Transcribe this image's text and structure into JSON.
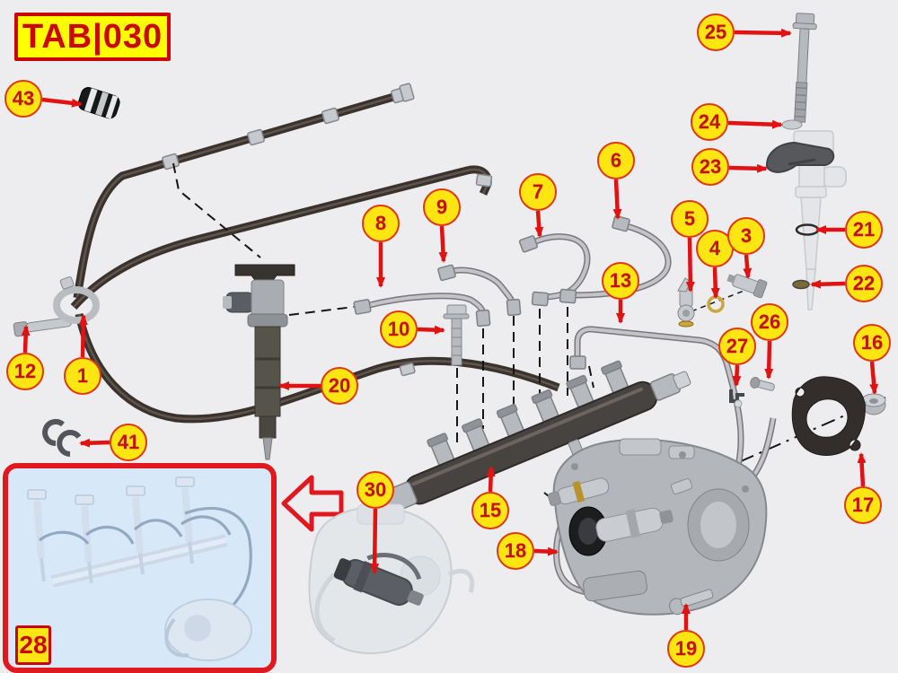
{
  "header": {
    "tab_label": "TAB|030"
  },
  "inset": {
    "badge": "28"
  },
  "callouts": {
    "c1": "1",
    "c3": "3",
    "c4": "4",
    "c5": "5",
    "c6": "6",
    "c7": "7",
    "c8": "8",
    "c9": "9",
    "c10": "10",
    "c12": "12",
    "c13": "13",
    "c15": "15",
    "c16": "16",
    "c17": "17",
    "c18": "18",
    "c19": "19",
    "c20": "20",
    "c21": "21",
    "c22": "22",
    "c23": "23",
    "c24": "24",
    "c25": "25",
    "c26": "26",
    "c27": "27",
    "c30": "30",
    "c41": "41",
    "c43": "43"
  },
  "colors": {
    "background": "#ededef",
    "callout_fill": "#ffe612",
    "callout_ring": "#e2380e",
    "callout_text": "#c41212",
    "arrow_red": "#e01212",
    "tab_yellow": "#ffff00",
    "tab_red": "#cc0606",
    "inset_bg": "#d7e9f8",
    "inset_border": "#e0181f",
    "hose_dark": "#3a322d",
    "pipe_silver": "#c3c3c8",
    "rail_dark": "#474340"
  }
}
